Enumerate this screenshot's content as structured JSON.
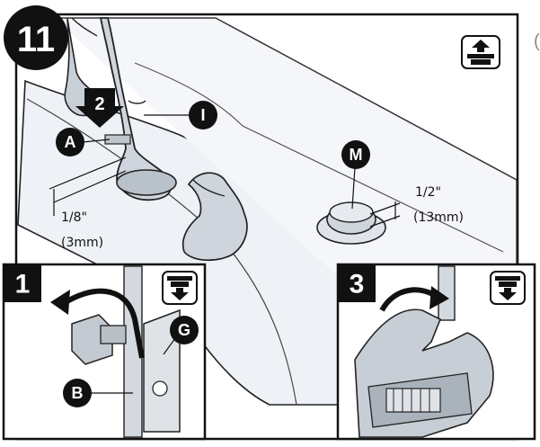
{
  "step": {
    "number": "11"
  },
  "callouts": {
    "A": "A",
    "I": "I",
    "M": "M",
    "B": "B",
    "G": "G"
  },
  "arrow_step": "2",
  "dimensions": {
    "left": {
      "fraction": "1/8\"",
      "metric": "(3mm)"
    },
    "right": {
      "fraction": "1/2\"",
      "metric": "(13mm)"
    }
  },
  "insets": [
    {
      "number": "1",
      "icon": "install-under-sink-icon"
    },
    {
      "number": "3",
      "icon": "install-under-sink-icon"
    }
  ],
  "top_icon": "install-above-counter-icon",
  "edge_glyph": "("
}
